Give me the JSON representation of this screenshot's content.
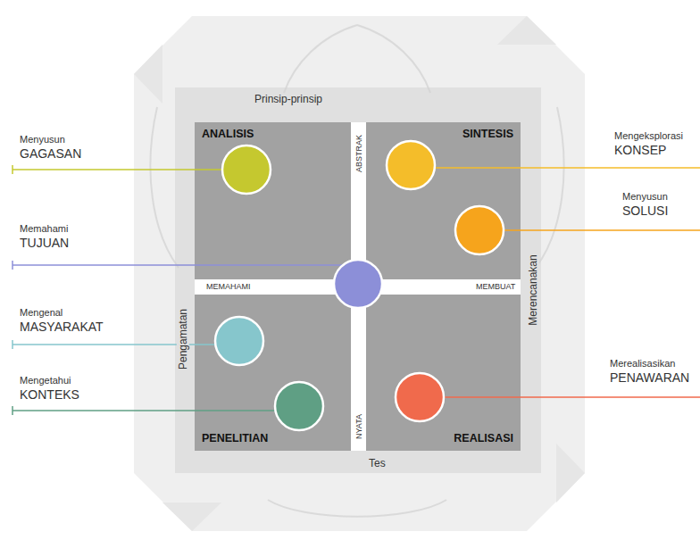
{
  "diagram": {
    "nodes": [
      {
        "text": [
          "ANALISIS"
        ]
      },
      {
        "text": [
          "SINTESIS"
        ]
      },
      {
        "text": [
          "PENELITIAN"
        ]
      },
      {
        "text": [
          "REALISASI"
        ]
      }
    ],
    "labels": [
      "Prinsip-prinsip",
      "ABSTRAK",
      "MEMAHAMI",
      "MEMBUAT",
      "NYATA",
      "Pengamatan",
      "Merencanakan",
      "Tes",
      "Menyusun",
      "GAGASAN",
      "Memahami",
      "TUJUAN",
      "Mengenal",
      "MASYARAKAT",
      "Mengetahui",
      "KONTEKS",
      "Mengeksplorasi",
      "KONSEP",
      "Menyusun",
      "SOLUSI",
      "Merealisasikan",
      "PENAWARAN"
    ]
  }
}
